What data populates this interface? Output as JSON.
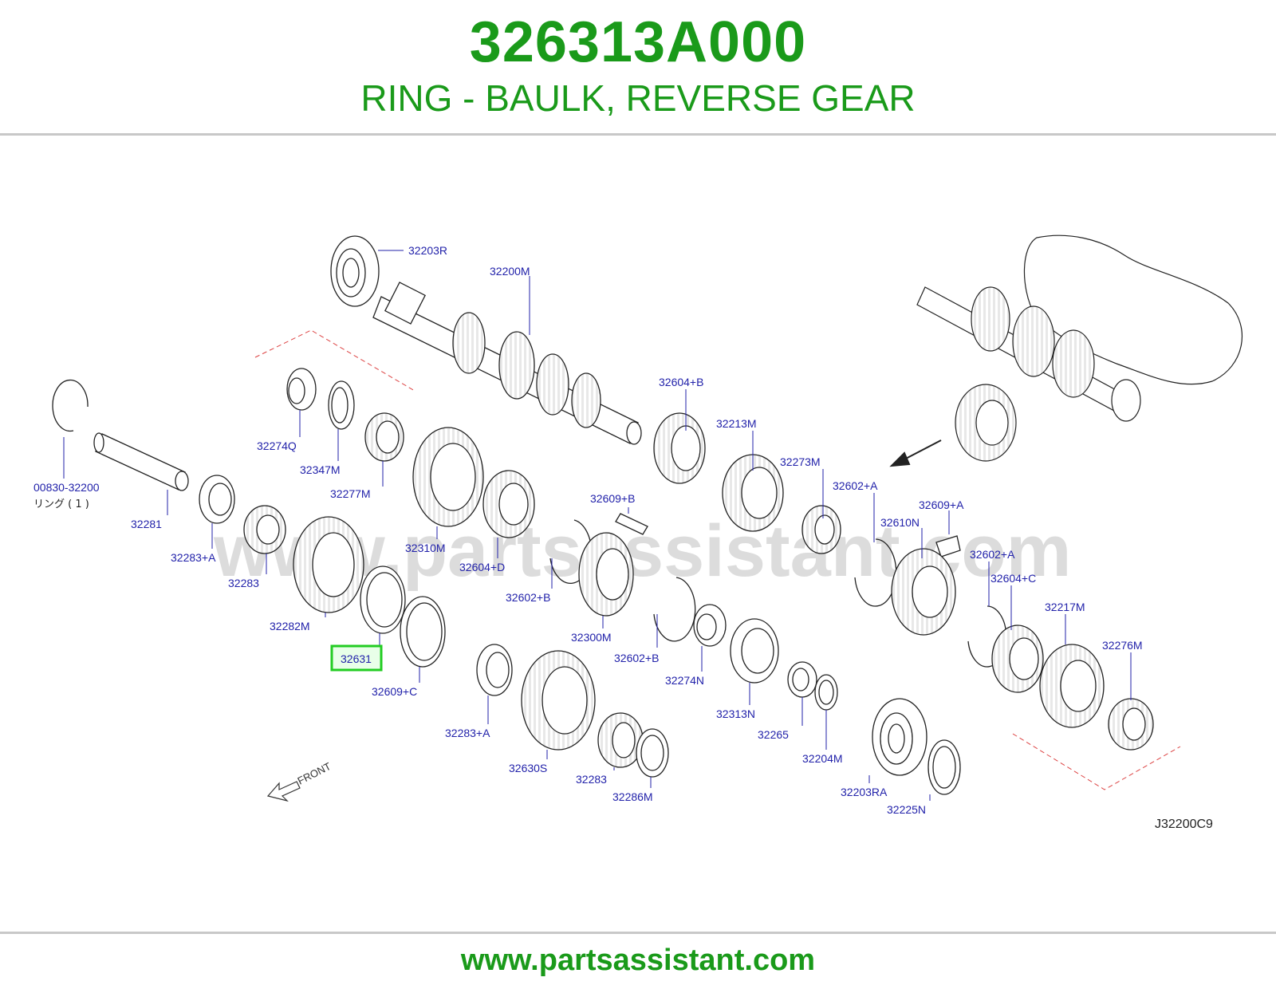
{
  "header": {
    "part_number": "326313A000",
    "description": "RING - BAULK, REVERSE GEAR"
  },
  "watermark": "www.partsassistant.com",
  "footer": {
    "url": "www.partsassistant.com"
  },
  "diagram": {
    "code": "J32200C9",
    "front_label": "FRONT",
    "highlight_color": "#22cc22",
    "label_color": "#2222aa",
    "ring_note": "リング ( 1 )",
    "callouts": [
      {
        "id": "32203R",
        "text": "32203R"
      },
      {
        "id": "32200M",
        "text": "32200M"
      },
      {
        "id": "32604B",
        "text": "32604+B"
      },
      {
        "id": "32213M",
        "text": "32213M"
      },
      {
        "id": "32273M",
        "text": "32273M"
      },
      {
        "id": "32602A1",
        "text": "32602+A"
      },
      {
        "id": "32609A",
        "text": "32609+A"
      },
      {
        "id": "32610N",
        "text": "32610N"
      },
      {
        "id": "32602A2",
        "text": "32602+A"
      },
      {
        "id": "32604C",
        "text": "32604+C"
      },
      {
        "id": "32217M",
        "text": "32217M"
      },
      {
        "id": "32276M",
        "text": "32276M"
      },
      {
        "id": "32274Q",
        "text": "32274Q"
      },
      {
        "id": "32347M",
        "text": "32347M"
      },
      {
        "id": "32277M",
        "text": "32277M"
      },
      {
        "id": "00830",
        "text": "00830-32200"
      },
      {
        "id": "32281",
        "text": "32281"
      },
      {
        "id": "32283A1",
        "text": "32283+A"
      },
      {
        "id": "32283a",
        "text": "32283"
      },
      {
        "id": "32282M",
        "text": "32282M"
      },
      {
        "id": "32310M",
        "text": "32310M"
      },
      {
        "id": "32604D",
        "text": "32604+D"
      },
      {
        "id": "32609B",
        "text": "32609+B"
      },
      {
        "id": "32602B1",
        "text": "32602+B"
      },
      {
        "id": "32300M",
        "text": "32300M"
      },
      {
        "id": "32602B2",
        "text": "32602+B"
      },
      {
        "id": "32631",
        "text": "32631"
      },
      {
        "id": "32609C",
        "text": "32609+C"
      },
      {
        "id": "32283A2",
        "text": "32283+A"
      },
      {
        "id": "32630S",
        "text": "32630S"
      },
      {
        "id": "32283b",
        "text": "32283"
      },
      {
        "id": "32286M",
        "text": "32286M"
      },
      {
        "id": "32274N",
        "text": "32274N"
      },
      {
        "id": "32313N",
        "text": "32313N"
      },
      {
        "id": "32265",
        "text": "32265"
      },
      {
        "id": "32204M",
        "text": "32204M"
      },
      {
        "id": "32203RA",
        "text": "32203RA"
      },
      {
        "id": "32225N",
        "text": "32225N"
      }
    ]
  }
}
